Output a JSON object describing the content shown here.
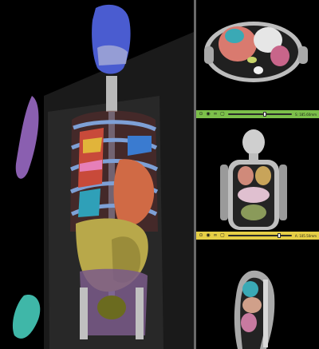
{
  "layout": {
    "panes": [
      "3d-view",
      "axial-slice",
      "coronal-slice",
      "sagittal-slice"
    ]
  },
  "icons": [
    "pin-icon",
    "eye-icon",
    "link-icon",
    "window-icon"
  ],
  "slice_bars": [
    {
      "name": "coronal",
      "color": "#7cc04a",
      "value_label": "S: 185.60mm",
      "position": 0.55
    },
    {
      "name": "sagittal",
      "color": "#e6cf46",
      "value_label": "A: 105.50mm",
      "position": 0.78
    }
  ]
}
